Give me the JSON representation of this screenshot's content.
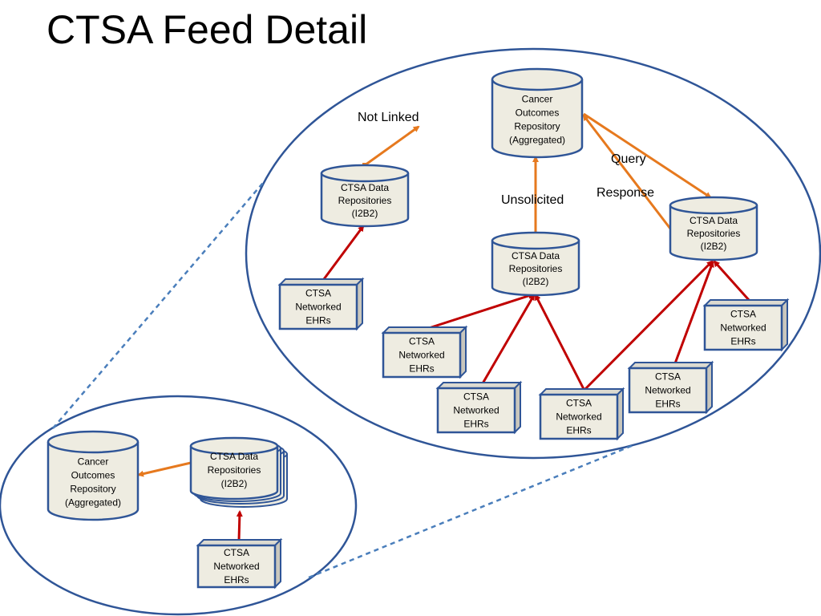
{
  "title": "CTSA Feed Detail",
  "colors": {
    "ellipse_stroke": "#2f5597",
    "node_fill": "#eeece1",
    "node_stroke": "#2f5597",
    "orange_arrow": "#e6791e",
    "red_arrow": "#c00000",
    "dashed_connector": "#4a7ebb"
  },
  "nodes": {
    "cancer_repo_top": {
      "lines": [
        "Cancer",
        "Outcomes",
        "Repository",
        "(Aggregated)"
      ]
    },
    "i2b2_left": {
      "lines": [
        "CTSA Data",
        "Repositories",
        "(I2B2)"
      ]
    },
    "i2b2_center": {
      "lines": [
        "CTSA Data",
        "Repositories",
        "(I2B2)"
      ]
    },
    "i2b2_right": {
      "lines": [
        "CTSA Data",
        "Repositories",
        "(I2B2)"
      ]
    },
    "ehr_left": {
      "lines": [
        "CTSA",
        "Networked",
        "EHRs"
      ]
    },
    "ehr_mid1": {
      "lines": [
        "CTSA",
        "Networked",
        "EHRs"
      ]
    },
    "ehr_mid2": {
      "lines": [
        "CTSA",
        "Networked",
        "EHRs"
      ]
    },
    "ehr_mid3": {
      "lines": [
        "CTSA",
        "Networked",
        "EHRs"
      ]
    },
    "ehr_right1": {
      "lines": [
        "CTSA",
        "Networked",
        "EHRs"
      ]
    },
    "ehr_right2": {
      "lines": [
        "CTSA",
        "Networked",
        "EHRs"
      ]
    },
    "cancer_repo_small": {
      "lines": [
        "Cancer",
        "Outcomes",
        "Repository",
        "(Aggregated)"
      ]
    },
    "i2b2_small": {
      "lines": [
        "CTSA Data",
        "Repositories",
        "(I2B2)"
      ]
    },
    "ehr_small": {
      "lines": [
        "CTSA",
        "Networked",
        "EHRs"
      ]
    }
  },
  "labels": {
    "not_linked": "Not Linked",
    "unsolicited": "Unsolicited",
    "query": "Query",
    "response": "Response"
  }
}
